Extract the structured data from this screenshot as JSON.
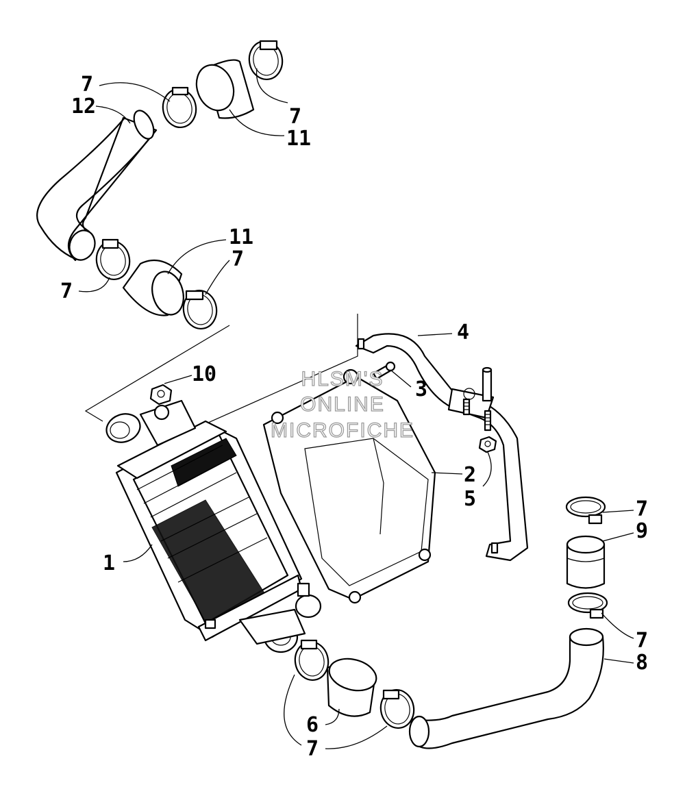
{
  "watermark": {
    "line1": "HLSM'S",
    "line2": "ONLINE",
    "line3": "MICROFICHE"
  },
  "callouts": {
    "c1": "1",
    "c2": "2",
    "c3": "3",
    "c4": "4",
    "c5": "5",
    "c6": "6",
    "c7_top_left": "7",
    "c7_top_right": "7",
    "c7_mid_left": "7",
    "c7_mid_right": "7",
    "c7_right_upper": "7",
    "c7_right_lower": "7",
    "c7_bottom": "7",
    "c8": "8",
    "c9": "9",
    "c10": "10",
    "c11_top": "11",
    "c11_mid": "11",
    "c12": "12"
  }
}
